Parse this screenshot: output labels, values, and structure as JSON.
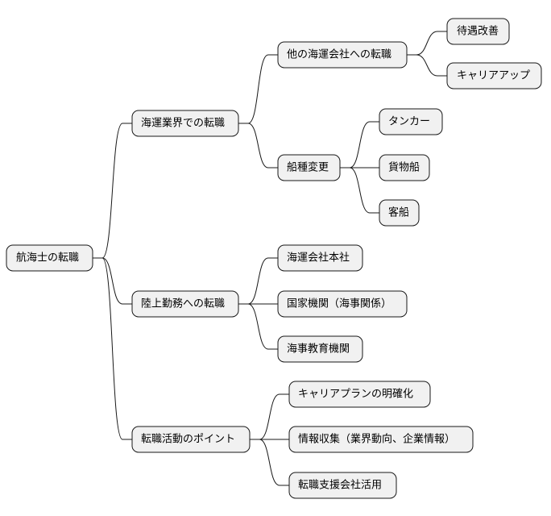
{
  "mindmap": {
    "root": "航海士の転職",
    "branches": [
      {
        "label": "海運業界での転職",
        "children": [
          {
            "label": "他の海運会社への転職",
            "children": [
              "待遇改善",
              "キャリアアップ"
            ]
          },
          {
            "label": "船種変更",
            "children": [
              "タンカー",
              "貨物船",
              "客船"
            ]
          }
        ]
      },
      {
        "label": "陸上勤務への転職",
        "children": [
          {
            "label": "海運会社本社",
            "children": []
          },
          {
            "label": "国家機関（海事関係）",
            "children": []
          },
          {
            "label": "海事教育機関",
            "children": []
          }
        ]
      },
      {
        "label": "転職活動のポイント",
        "children": [
          {
            "label": "キャリアプランの明確化",
            "children": []
          },
          {
            "label": "情報収集（業界動向、企業情報）",
            "children": []
          },
          {
            "label": "転職支援会社活用",
            "children": []
          }
        ]
      }
    ]
  },
  "colors": {
    "node_fill": "#f1f1f1",
    "node_stroke": "#181818",
    "line": "#181818",
    "text": "#000000",
    "background": "#ffffff"
  }
}
